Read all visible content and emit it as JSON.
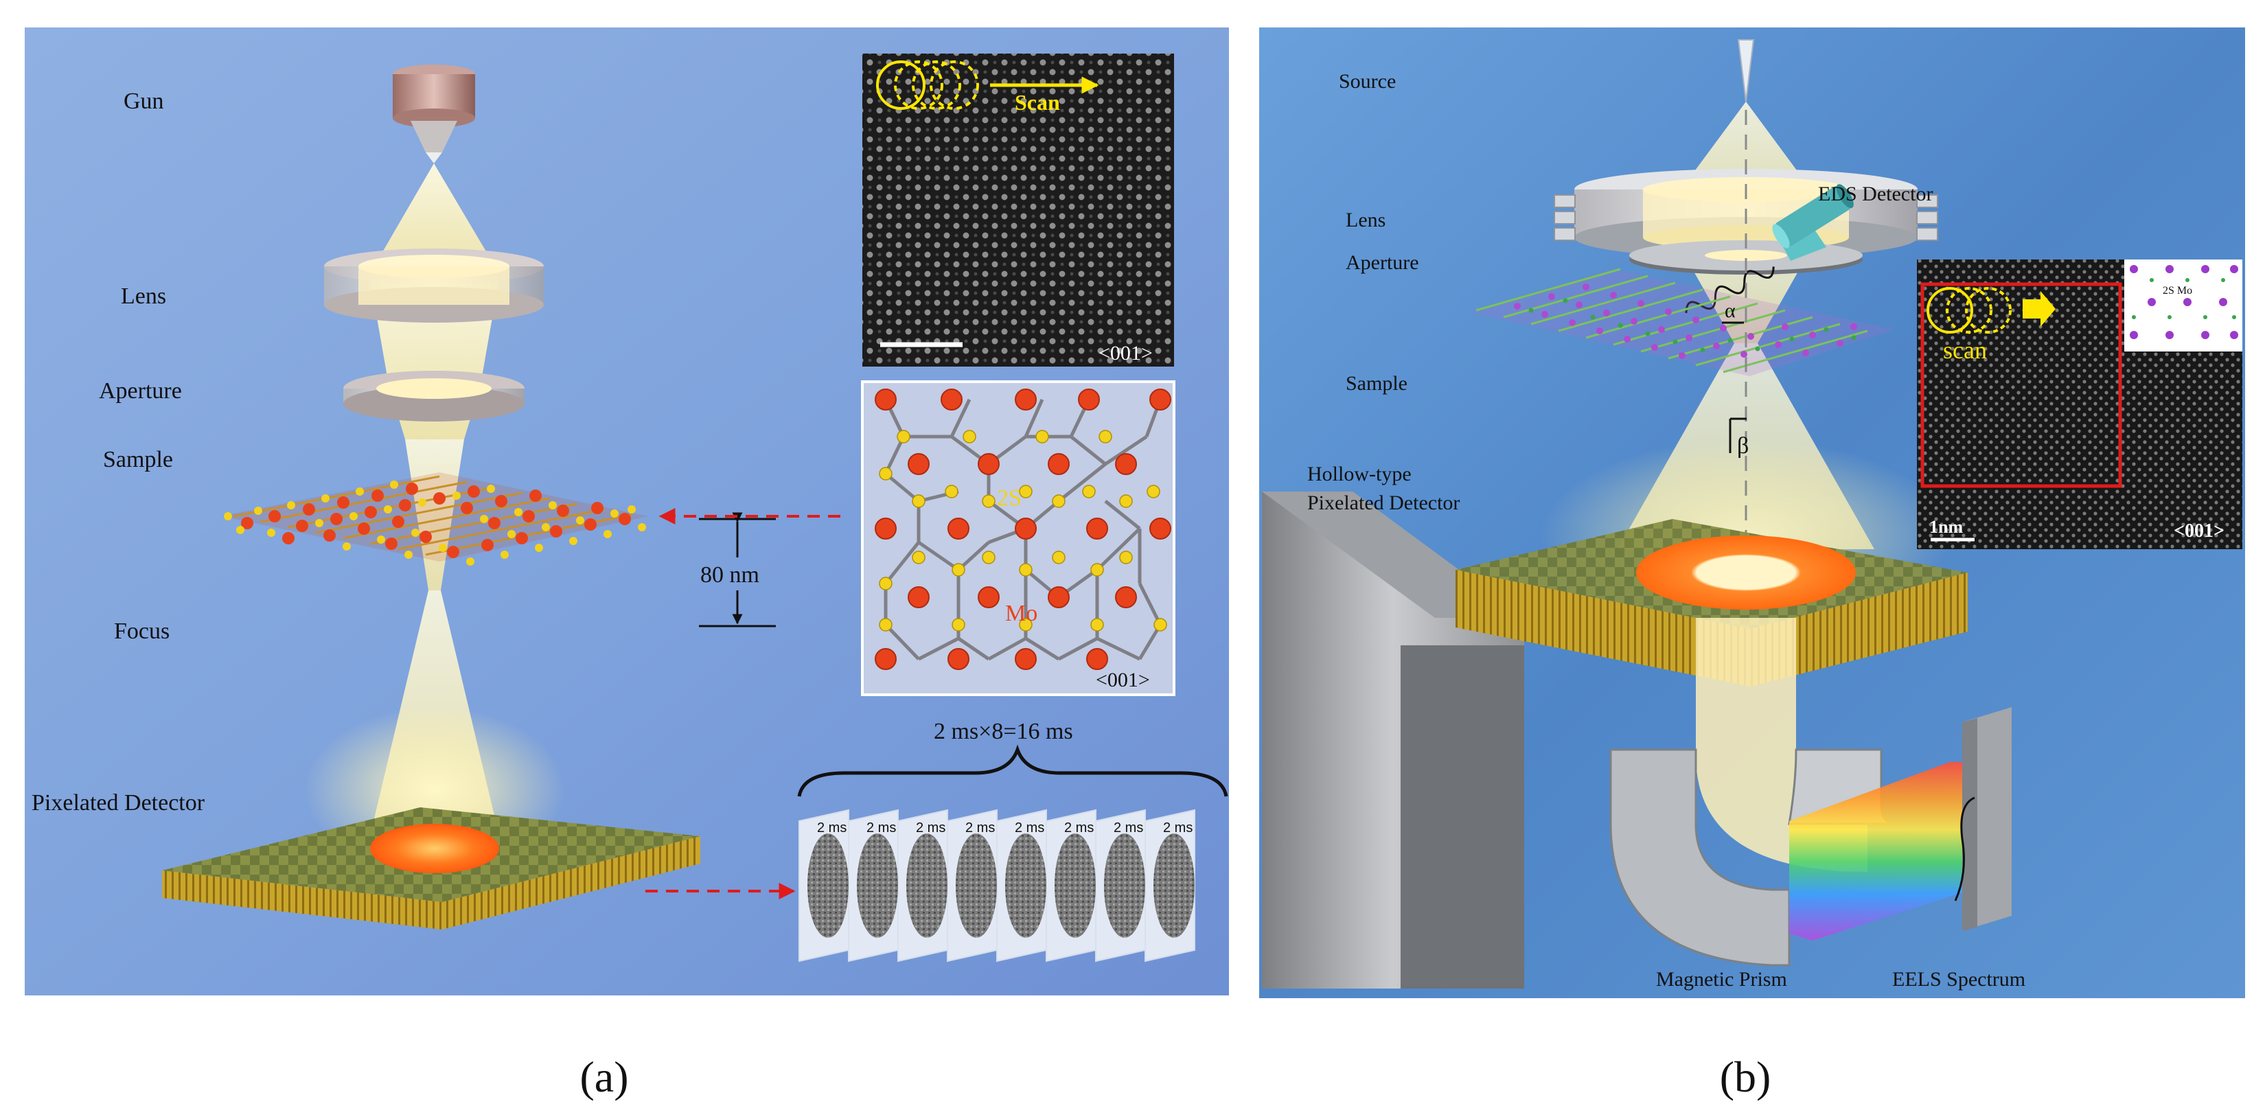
{
  "panel_a": {
    "labels": {
      "gun": "Gun",
      "lens": "Lens",
      "aperture": "Aperture",
      "sample": "Sample",
      "focus": "Focus",
      "pixelated_detector": "Pixelated Detector",
      "distance": "80 nm"
    },
    "stem_image": {
      "scan_label": "Scan",
      "zone_axis": "<001>"
    },
    "structure": {
      "sulfur_label": "2S",
      "molybdenum_label": "Mo",
      "zone_axis": "<001>"
    },
    "frames": {
      "timing": "2 ms×8=16 ms",
      "frame_label": "2 ms"
    },
    "caption": "(a)"
  },
  "panel_b": {
    "labels": {
      "source": "Source",
      "eds_detector": "EDS Detector",
      "lens": "Lens",
      "aperture": "Aperture",
      "sample": "Sample",
      "detector_line1": "Hollow-type",
      "detector_line2": "Pixelated Detector",
      "alpha": "α",
      "beta": "β",
      "magnetic_prism": "Magnetic Prism",
      "eels_spectrum": "EELS Spectrum"
    },
    "stem_image": {
      "scan_label": "scan",
      "scale_bar": "1nm",
      "zone_axis": "<001>",
      "inset_labels": "2S  Mo"
    },
    "caption": "(b)"
  },
  "colors": {
    "panel_a_bg": "#7fa3dd",
    "panel_b_bg": "#5a8fcf",
    "beam": "#fff4c2",
    "mo_atom": "#e8421c",
    "s_atom": "#f3d21b",
    "scan_yellow": "#ffe600",
    "arrow_red": "#e01b1b"
  }
}
